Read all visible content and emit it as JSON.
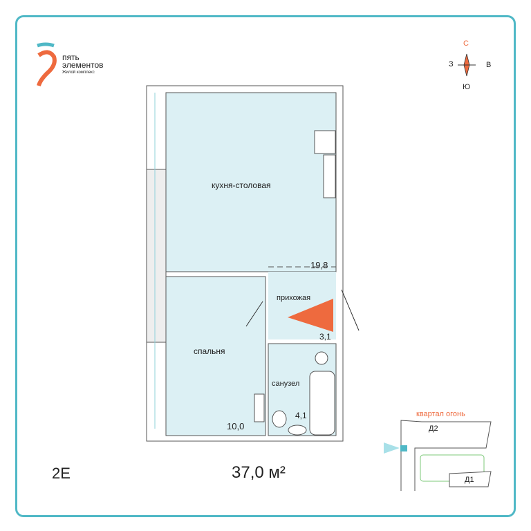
{
  "logo": {
    "line1": "пять",
    "line2": "элементов",
    "sub": "Жилой комплекс"
  },
  "compass": {
    "n": "С",
    "s": "Ю",
    "w": "З",
    "e": "В"
  },
  "rooms": [
    {
      "name": "кухня-столовая",
      "area": "19,8"
    },
    {
      "name": "прихожая",
      "area": "3,1"
    },
    {
      "name": "спальня",
      "area": "10,0"
    },
    {
      "name": "санузел",
      "area": "4,1"
    }
  ],
  "apartment": {
    "type": "2Е",
    "total_area": "37,0 м²"
  },
  "site_plan": {
    "title": "квартал огонь",
    "buildings": [
      "Д2",
      "Д1"
    ]
  },
  "colors": {
    "accent": "#ee6a3e",
    "frame": "#4fb8c6",
    "room": "#dcf0f4"
  }
}
